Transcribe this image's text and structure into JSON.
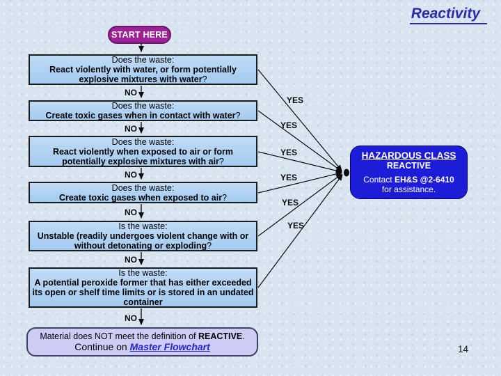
{
  "slide": {
    "title": "Reactivity",
    "page_number": "14"
  },
  "flow": {
    "start_label": "START HERE",
    "no_label": "NO",
    "yes_label": "YES",
    "questions": [
      {
        "header": "Does the waste:",
        "question": "React violently with water, or form potentially explosive mixtures with water",
        "suffix": "?"
      },
      {
        "header": "Does the waste:",
        "question": "Create toxic gases when in contact with water",
        "suffix": "?"
      },
      {
        "header": "Does the waste:",
        "question": "React violently when exposed to air or form potentially explosive mixtures with air",
        "suffix": "?"
      },
      {
        "header": "Does the waste:",
        "question": "Create toxic gases when exposed to air",
        "suffix": "?"
      },
      {
        "header": "Is the waste:",
        "question": "Unstable (readily undergoes violent change with or without detonating or exploding",
        "suffix": "?"
      },
      {
        "header": "Is the waste:",
        "question": "A potential peroxide former that has either exceeded its open or shelf time limits or is stored in an undated container",
        "suffix": ""
      }
    ],
    "hazard": {
      "title": "HAZARDOUS CLASS",
      "class_name": "REACTIVE",
      "contact_prefix": "Contact ",
      "contact_number": "EH&S @2-6410",
      "assistance": "for assistance."
    },
    "result": {
      "prefix": "Material does NOT meet the definition of ",
      "emphasis": "REACTIVE",
      "suffix": ".",
      "continue_prefix": "Continue on ",
      "link_label": "Master Flowchart"
    }
  },
  "colors": {
    "hazard_fill": "#1d1dd8",
    "question_fill": "#a9cdf1",
    "start_fill": "#9a2196",
    "title_color": "#2a2aaa",
    "link_color": "#2222cc",
    "result_fill": "#ccccf5",
    "background": "#d8e4ef"
  }
}
